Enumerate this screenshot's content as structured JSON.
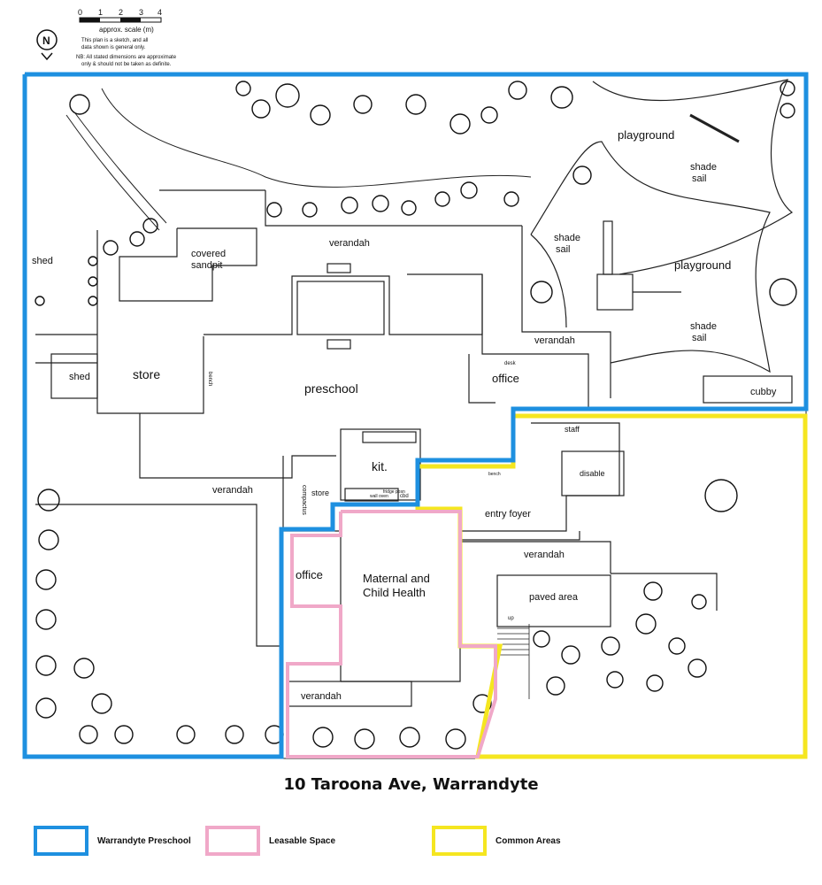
{
  "scale": {
    "ticks": [
      "0",
      "1",
      "2",
      "3",
      "4"
    ],
    "unit_label": "approx. scale (m)",
    "note_lines": [
      "This plan is a sketch, and all",
      "data shown is general only.",
      "NB: All stated dimensions are approximate",
      "only & should not be taken as definite."
    ],
    "north": "N"
  },
  "rooms": {
    "shed_left": "shed",
    "shed_small": "shed",
    "covered_sandpit_1": "covered",
    "covered_sandpit_2": "sandpit",
    "verandah_top": "verandah",
    "store": "store",
    "bench": "bench",
    "preschool": "preschool",
    "verandah_right": "verandah",
    "desk": "desk",
    "office_preschool": "office",
    "playground_1": "playground",
    "playground_2": "playground",
    "shade_sail_1": [
      "shade",
      "sail"
    ],
    "shade_sail_2": [
      "shade",
      "sail"
    ],
    "shade_sail_3": [
      "shade",
      "sail"
    ],
    "cubby": "cubby",
    "verandah_left": "verandah",
    "compactus": "compactus",
    "store_small": "store",
    "kit": "kit.",
    "wall_oven": "wall oven",
    "fridge_posn": "fridge posn",
    "cbd": "cbd",
    "bench_small": "bench",
    "staff": "staff",
    "disable": "disable",
    "entry_foyer": "entry foyer",
    "verandah_mid": "verandah",
    "office_mch": "office",
    "mch_1": "Maternal and",
    "mch_2": "Child Health",
    "paved_area": "paved area",
    "up": "up",
    "verandah_bottom": "verandah"
  },
  "address": "10 Taroona Ave, Warrandyte",
  "legend": [
    {
      "label": "Warrandyte Preschool",
      "color": "#1e90e0"
    },
    {
      "label": "Leasable Space",
      "color": "#f0a8c8"
    },
    {
      "label": "Common Areas",
      "color": "#f5e620"
    }
  ]
}
